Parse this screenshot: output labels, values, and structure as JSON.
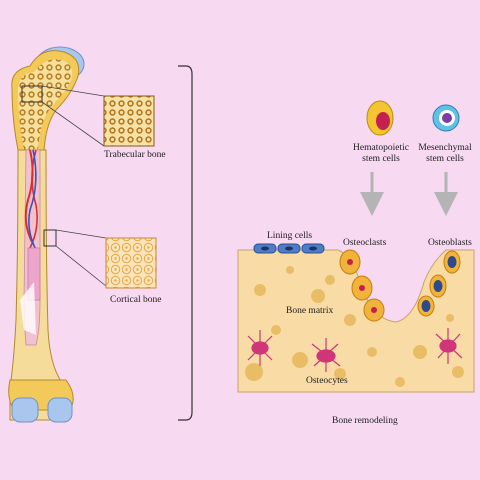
{
  "labels": {
    "trabecular_bone": "Trabecular bone",
    "cortical_bone": "Cortical bone",
    "hematopoietic_l1": "Hematopoietic",
    "hematopoietic_l2": "stem cells",
    "mesenchymal_l1": "Mesenchymal",
    "mesenchymal_l2": "stem cells",
    "lining_cells": "Lining cells",
    "osteoclasts": "Osteoclasts",
    "osteoblasts": "Osteoblasts",
    "bone_matrix": "Bone matrix",
    "osteocytes": "Osteocytes",
    "bone_remodeling": "Bone remodeling"
  },
  "colors": {
    "background": "#f7d9f2",
    "bone_outer": "#f3c95a",
    "bone_shaft": "#f6dc9a",
    "marrow_canal": "#f2c1cf",
    "trabecular_fill": "#e9b64c",
    "cartilage": "#a9c7ee",
    "matrix": "#f8dba5",
    "osteocyte": "#d0357a",
    "osteoclast": "#f2b33a",
    "osteoblast": "#2d4a8c",
    "lining_cell": "#4f7cc7",
    "arrow": "#b4b4b4"
  }
}
